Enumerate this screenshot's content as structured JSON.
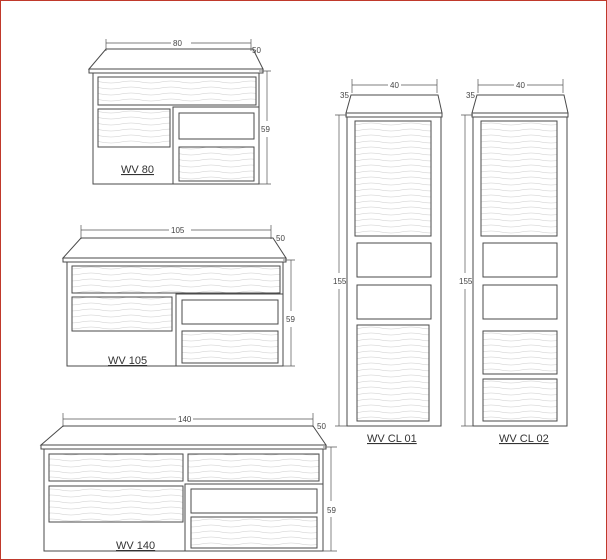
{
  "models": [
    {
      "name": "WV 80",
      "width": "80",
      "depth": "50",
      "height": "59"
    },
    {
      "name": "WV 105",
      "width": "105",
      "depth": "50",
      "height": "59"
    },
    {
      "name": "WV 140",
      "width": "140",
      "depth": "50",
      "height": "59"
    },
    {
      "name": "WV CL 01",
      "width": "40",
      "depth": "35",
      "height": "155"
    },
    {
      "name": "WV CL 02",
      "width": "40",
      "depth": "35",
      "height": "155"
    }
  ],
  "colors": {
    "line": "#4a4a4a",
    "border": "#c0392b"
  }
}
